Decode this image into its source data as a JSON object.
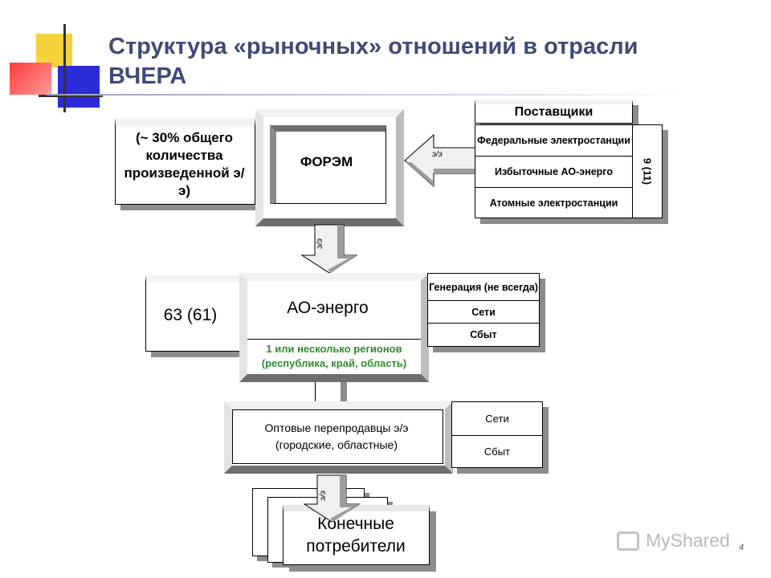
{
  "slide": {
    "title": "Структура «рыночных» отношений в отрасли ВЧЕРА",
    "page_number": "4",
    "watermark": "MyShared"
  },
  "forem": {
    "note": "(~ 30% общего количества произведенной э/э)",
    "label": "ФОРЭМ"
  },
  "suppliers": {
    "header": "Поставщики",
    "items": [
      "Федеральные электростанции",
      "Избыточные АО-энерго",
      "Атомные электростанции"
    ],
    "count": "9 (11)"
  },
  "arrows": {
    "suppliers_to_forem": "э/э",
    "forem_to_ao": "э/э",
    "resellers_to_consumers": "э/э"
  },
  "ao_energo": {
    "count": "63 (61)",
    "label": "АО-энерго",
    "regions": "1 или несколько регионов (республика, край, область)",
    "regions_color": "#2e8b2e",
    "functions": [
      "Генерация (не всегда)",
      "Сети",
      "Сбыт"
    ]
  },
  "resellers": {
    "label": "Оптовые перепродавцы э/э (городские, областные)",
    "functions": [
      "Сети",
      "Сбыт"
    ]
  },
  "consumers": {
    "label": "Конечные потребители"
  }
}
